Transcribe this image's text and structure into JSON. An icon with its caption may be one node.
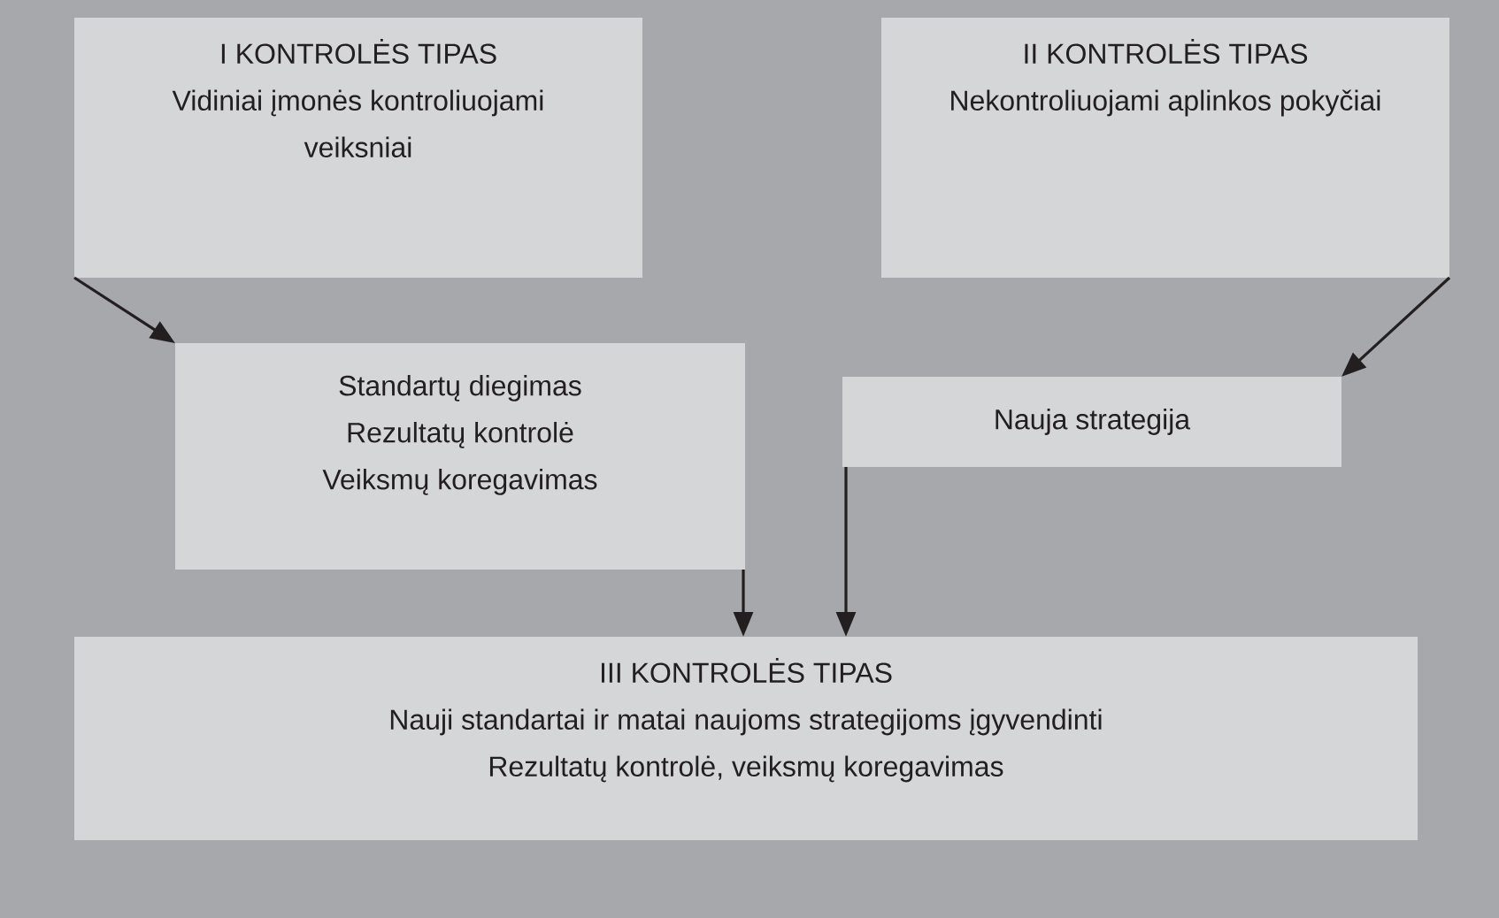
{
  "diagram": {
    "nodes": [
      {
        "text": [
          "I  KONTROLĖS TIPAS",
          "Vidiniai įmonės kontroliuojami veiksniai"
        ]
      },
      {
        "text": [
          "II KONTROLĖS TIPAS",
          "Nekontroliuojami aplinkos pokyčiai"
        ]
      },
      {
        "text": [
          "Standartų diegimas",
          "Rezultatų kontrolė",
          "Veiksmų koregavimas"
        ]
      },
      {
        "text": [
          "Nauja strategija"
        ]
      },
      {
        "text": [
          "III KONTROLĖS TIPAS",
          "Nauji standartai ir matai naujoms strategijoms įgyvendinti",
          "Rezultatų kontrolė, veiksmų koregavimas"
        ]
      }
    ],
    "edges": [
      {
        "from": 0,
        "to": 2,
        "arrow": "to"
      },
      {
        "from": 1,
        "to": 3,
        "arrow": "to"
      },
      {
        "from": 2,
        "to": 4,
        "arrow": "to"
      },
      {
        "from": 3,
        "to": 4,
        "arrow": "to"
      }
    ]
  }
}
